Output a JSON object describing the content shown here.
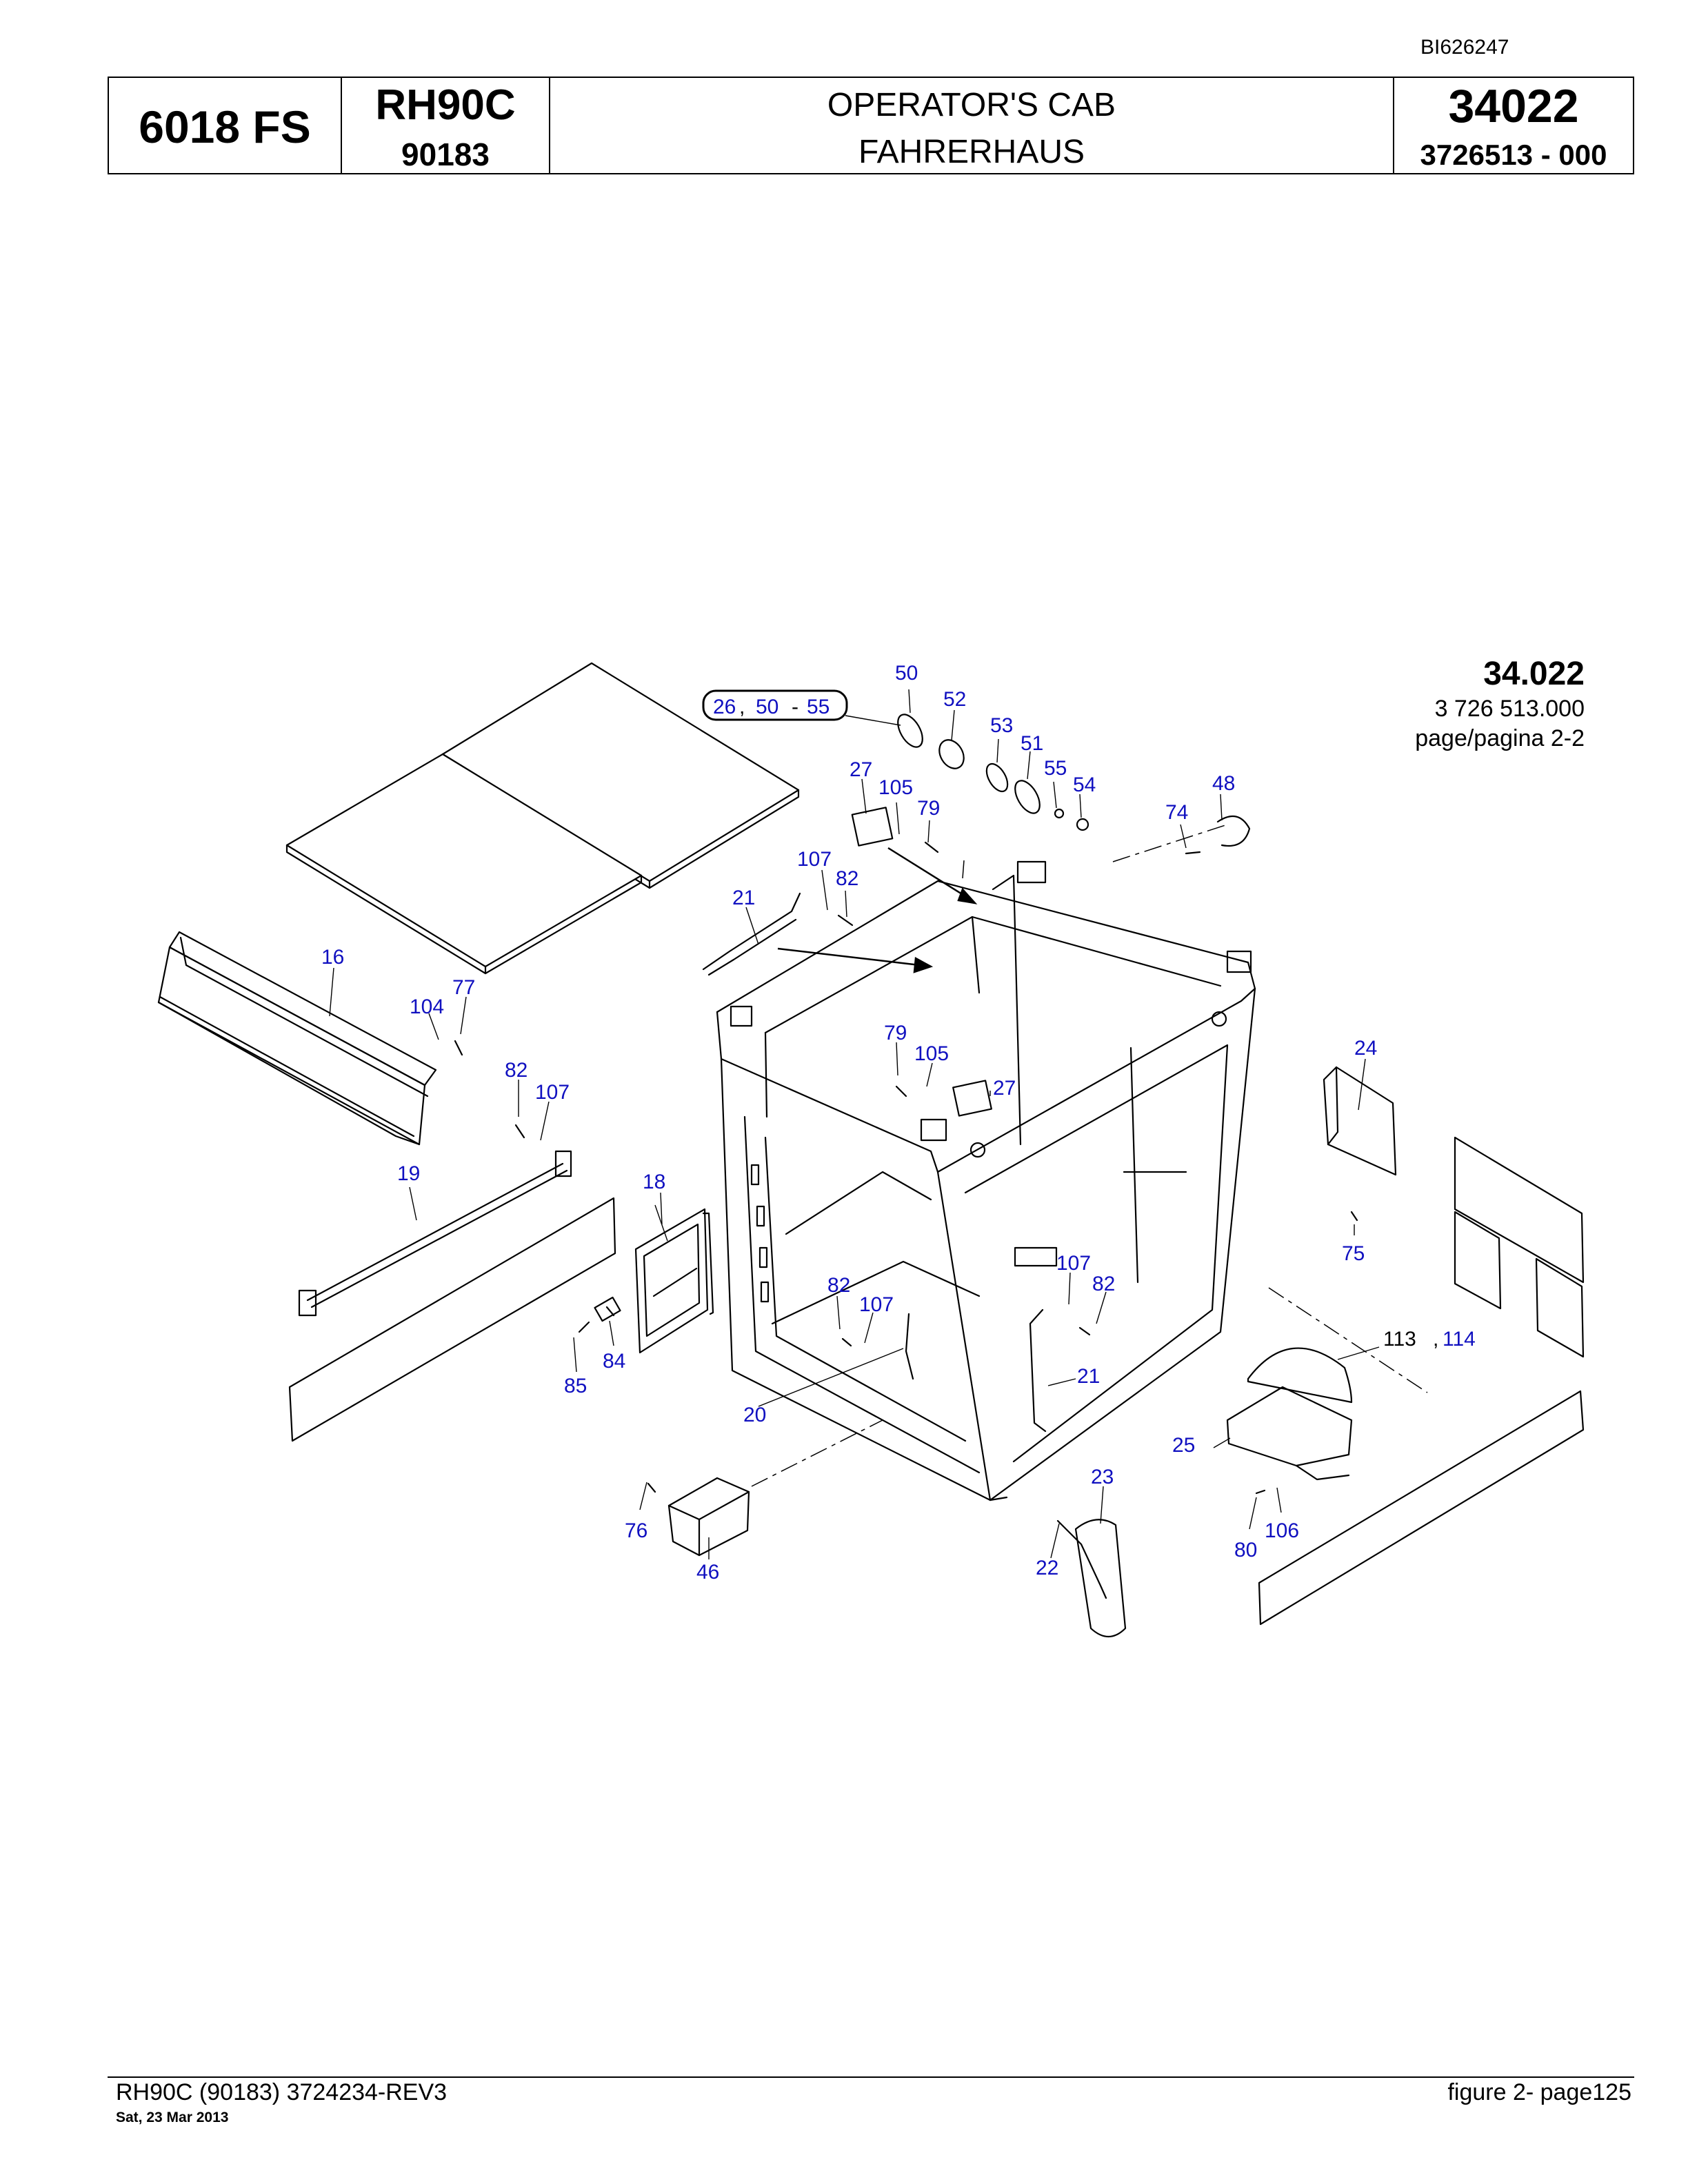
{
  "doc_id": "BI626247",
  "header": {
    "series": "6018 FS",
    "model": "RH90C",
    "model_number": "90183",
    "title_en": "OPERATOR'S CAB",
    "title_de": "FAHRERHAUS",
    "group": "34022",
    "part_number": "3726513  - 000"
  },
  "reference": {
    "group": "34.022",
    "part": "3 726 513.000",
    "page": "page/pagina 2-2"
  },
  "callouts": {
    "boxed_a": "26",
    "boxed_comma": ",",
    "boxed_b": "50",
    "boxed_dash": "-",
    "boxed_c": "55",
    "c16": "16",
    "c18": "18",
    "c19": "19",
    "c20": "20",
    "c21a": "21",
    "c21b": "21",
    "c22": "22",
    "c23": "23",
    "c24": "24",
    "c25": "25",
    "c27a": "27",
    "c27b": "27",
    "c46": "46",
    "c48": "48",
    "c50": "50",
    "c51": "51",
    "c52": "52",
    "c53": "53",
    "c54": "54",
    "c55": "55",
    "c74": "74",
    "c75": "75",
    "c76": "76",
    "c77": "77",
    "c79a": "79",
    "c79b": "79",
    "c80": "80",
    "c82a": "82",
    "c82b": "82",
    "c82c": "82",
    "c82d": "82",
    "c84": "84",
    "c85": "85",
    "c104": "104",
    "c105a": "105",
    "c105b": "105",
    "c106": "106",
    "c107a": "107",
    "c107b": "107",
    "c107c": "107",
    "c107d": "107",
    "c113": "113",
    "c113_comma": ",",
    "c114": "114"
  },
  "footer": {
    "left": "RH90C (90183) 3724234-REV3",
    "date": "Sat, 23 Mar 2013",
    "right": "figure  2- page125"
  }
}
